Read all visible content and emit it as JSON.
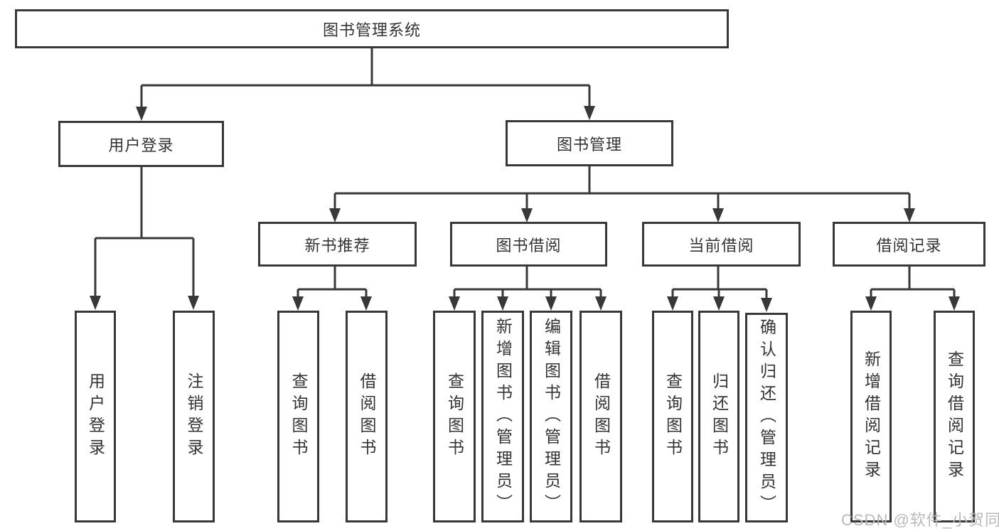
{
  "diagram": {
    "root": {
      "label": "图书管理系统"
    },
    "branches": [
      {
        "label": "用户登录",
        "children": [
          {
            "label": "用户登录"
          },
          {
            "label": "注销登录"
          }
        ]
      },
      {
        "label": "图书管理",
        "children": [
          {
            "label": "新书推荐",
            "children": [
              {
                "label": "查询图书"
              },
              {
                "label": "借阅图书"
              }
            ]
          },
          {
            "label": "图书借阅",
            "children": [
              {
                "label": "查询图书"
              },
              {
                "label": "新增图书（管理员）"
              },
              {
                "label": "编辑图书（管理员）"
              },
              {
                "label": "借阅图书"
              }
            ]
          },
          {
            "label": "当前借阅",
            "children": [
              {
                "label": "查询图书"
              },
              {
                "label": "归还图书"
              },
              {
                "label": "确认归还（管理员）"
              }
            ]
          },
          {
            "label": "借阅记录",
            "children": [
              {
                "label": "新增借阅记录"
              },
              {
                "label": "查询借阅记录"
              }
            ]
          }
        ]
      }
    ]
  },
  "watermark": {
    "text": "CSDN @软件_小贺同学"
  },
  "colors": {
    "line": "#383838",
    "text": "#333333",
    "watermark": "#b9b9b9",
    "background": "#ffffff"
  }
}
